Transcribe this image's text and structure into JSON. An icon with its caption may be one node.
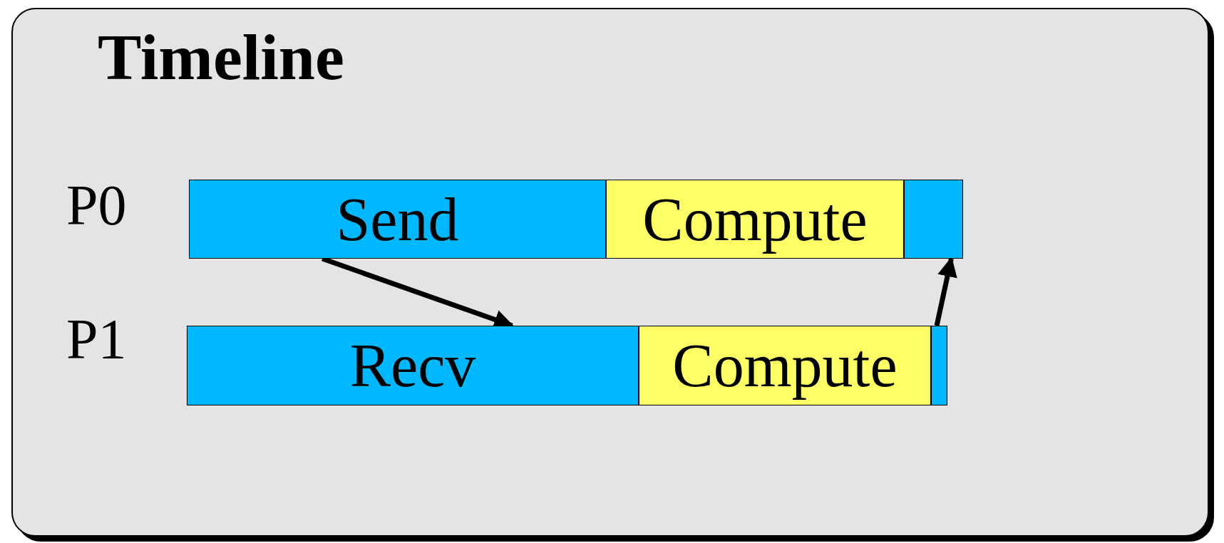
{
  "diagram": {
    "title": "Timeline",
    "nodes": [
      {
        "text": [
          "Send"
        ]
      },
      {
        "text": [
          "Compute"
        ]
      },
      {
        "text": [],
        "shape": "box"
      },
      {
        "text": [
          "Recv"
        ]
      },
      {
        "text": [
          "Compute"
        ]
      },
      {
        "text": [],
        "shape": "box"
      }
    ],
    "edges": [
      {
        "from": 0,
        "to": 3,
        "arrow": "to"
      },
      {
        "from": 5,
        "to": 2,
        "arrow": "to"
      }
    ],
    "labels": [
      "P0",
      "P1"
    ]
  }
}
